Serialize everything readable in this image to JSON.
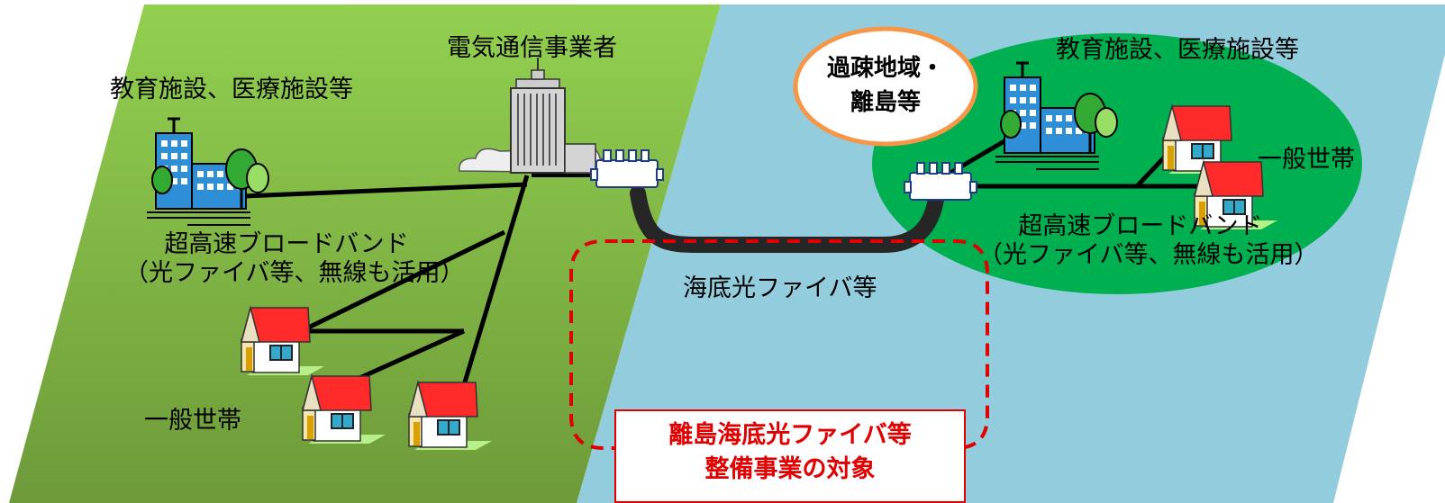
{
  "left_region": {
    "carrier_label": "電気通信事業者",
    "facility_label": "教育施設、医療施設等",
    "broadband_line1": "超高速ブロードバンド",
    "broadband_line2": "（光ファイバ等、無線も活用）",
    "household_label": "一般世帯"
  },
  "right_region": {
    "area_line1": "過疎地域・",
    "area_line2": "離島等",
    "facility_label": "教育施設、医療施設等",
    "household_label": "一般世帯",
    "broadband_line1": "超高速ブロードバンド",
    "broadband_line2": "（光ファイバ等、無線も活用）"
  },
  "submarine_label": "海底光ファイバ等",
  "target": {
    "line1": "離島海底光ファイバ等",
    "line2": "整備事業の対象"
  },
  "colors": {
    "land_top": "#92d050",
    "land_bottom": "#6e9a3a",
    "sea": "#93cddd",
    "island": "#00b050",
    "target_red": "#e00000",
    "oval_border": "#f79646"
  }
}
